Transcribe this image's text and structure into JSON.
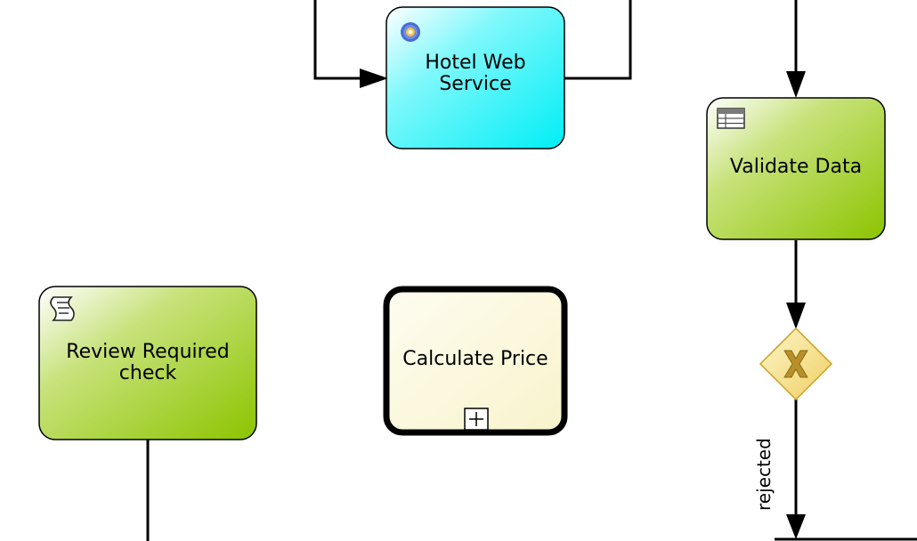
{
  "diagram": {
    "tasks": {
      "hotel_web_service": {
        "label": "Hotel Web\nService",
        "icon": "gear-icon",
        "fill": "#00f0f8"
      },
      "validate_data": {
        "label": "Validate Data",
        "icon": "table-icon",
        "fill": "#8fc400"
      },
      "review_required_check": {
        "label": "Review Required\ncheck",
        "icon": "script-icon",
        "fill": "#8fc400"
      },
      "calculate_price": {
        "label": "Calculate Price",
        "icon": "subprocess-plus-icon",
        "fill": "#fbf8d6"
      }
    },
    "gateway": {
      "type": "exclusive",
      "icon": "x-marker-icon",
      "fill": "#f3d572"
    },
    "edges": {
      "rejected_label": "rejected"
    }
  }
}
